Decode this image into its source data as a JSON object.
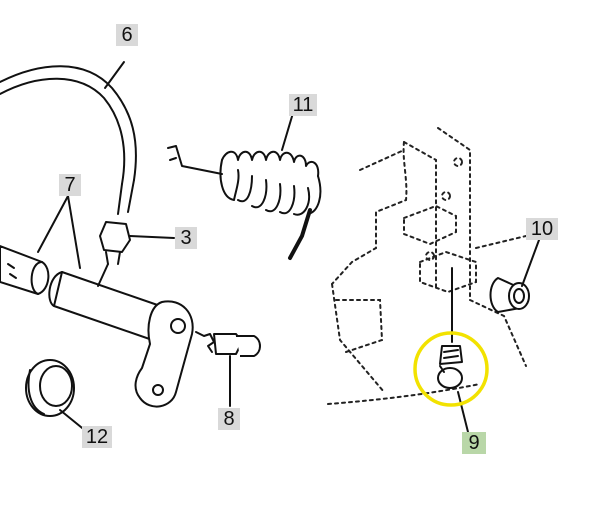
{
  "callouts": {
    "c6": "6",
    "c11": "11",
    "c7": "7",
    "c3": "3",
    "c10": "10",
    "c8": "8",
    "c12": "12",
    "c9": "9"
  },
  "colors": {
    "highlight_circle": "#f2e200",
    "highlight_label": "#b9d7a8",
    "label_background": "#d9d9d9"
  }
}
